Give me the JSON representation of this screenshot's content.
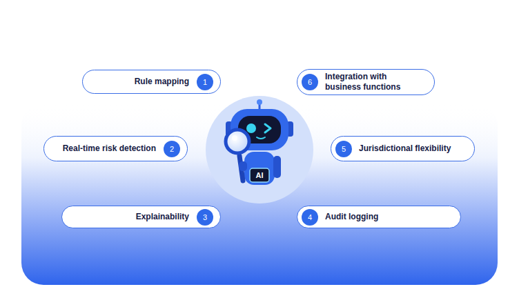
{
  "diagram": {
    "nodes": [
      {
        "text": [
          "Rule mapping",
          "1"
        ]
      },
      {
        "text": [
          "Integration with business functions",
          "6"
        ]
      },
      {
        "text": [
          "Real-time risk detection",
          "2"
        ]
      },
      {
        "text": [
          "Jurisdictional flexibility",
          "5"
        ]
      },
      {
        "text": [
          "Explainability",
          "3"
        ]
      },
      {
        "text": [
          "Audit logging",
          "4"
        ]
      }
    ],
    "labels": [
      "AI"
    ]
  }
}
